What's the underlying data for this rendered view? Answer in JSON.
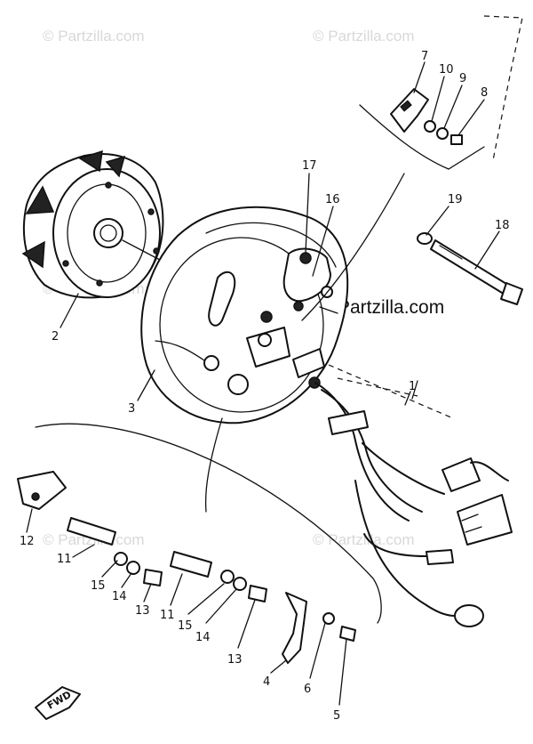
{
  "watermarks": {
    "faint": "© Partzilla.com",
    "main": "Partzilla.com"
  },
  "fwd_label": "FWD",
  "callouts": {
    "c1": "1",
    "c2": "2",
    "c3": "3",
    "c4": "4",
    "c5": "5",
    "c6": "6",
    "c7": "7",
    "c8": "8",
    "c9": "9",
    "c10": "10",
    "c11a": "11",
    "c11b": "11",
    "c12": "12",
    "c13a": "13",
    "c13b": "13",
    "c14a": "14",
    "c14b": "14",
    "c15a": "15",
    "c15b": "15",
    "c16": "16",
    "c17": "17",
    "c18": "18",
    "c19": "19"
  }
}
